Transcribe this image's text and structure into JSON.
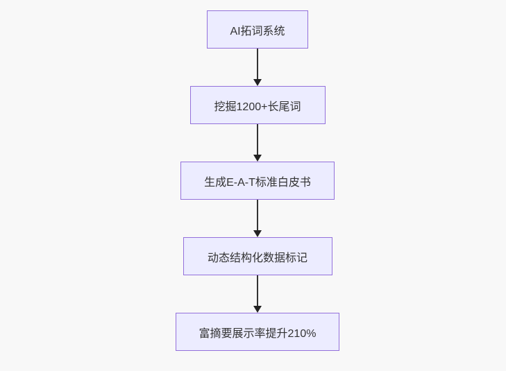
{
  "page": {
    "background_color": "#f8f8f8",
    "kind": "flowchart"
  },
  "flowchart": {
    "direction": "top-down",
    "style": {
      "node_fill": "#ECECFF",
      "node_border": "#9370DB",
      "text_color": "#333333",
      "arrow_color": "#333333"
    },
    "nodes": [
      {
        "id": "n1",
        "label": "AI拓词系统"
      },
      {
        "id": "n2",
        "label": "挖掘1200+长尾词"
      },
      {
        "id": "n3",
        "label": "生成E-A-T标准白皮书"
      },
      {
        "id": "n4",
        "label": "动态结构化数据标记"
      },
      {
        "id": "n5",
        "label": "富摘要展示率提升210%"
      }
    ],
    "edges": [
      {
        "from": "n1",
        "to": "n2"
      },
      {
        "from": "n2",
        "to": "n3"
      },
      {
        "from": "n3",
        "to": "n4"
      },
      {
        "from": "n4",
        "to": "n5"
      }
    ]
  }
}
